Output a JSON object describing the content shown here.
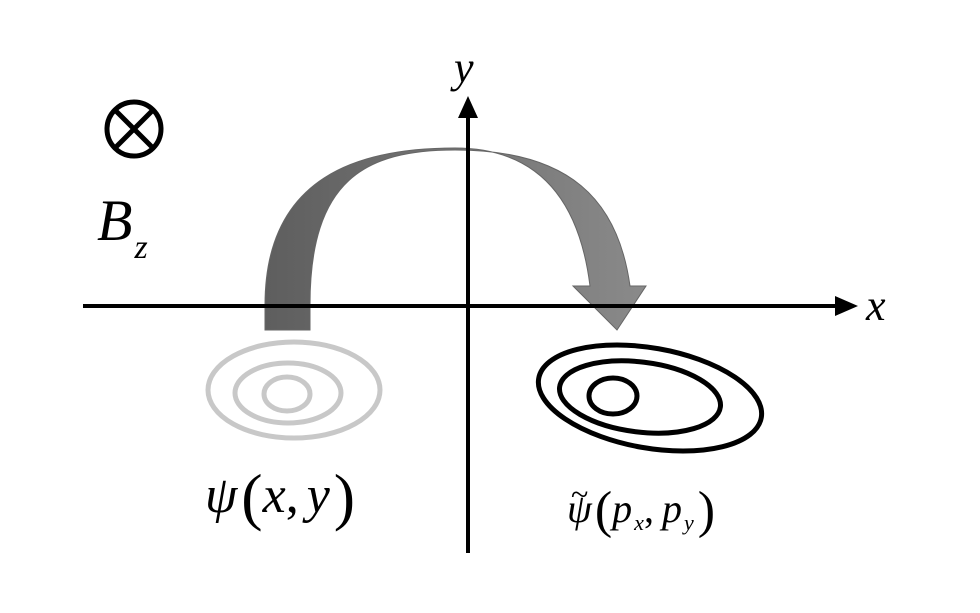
{
  "axes": {
    "x_label": "x",
    "y_label": "y"
  },
  "field": {
    "symbol": "⊗",
    "base": "B",
    "subscript": "z"
  },
  "left_function": {
    "symbol": "ψ",
    "open": "(",
    "arg1": "x",
    "comma": ",",
    "arg2": "y",
    "close": ")",
    "contour_color": "#c8c8c8"
  },
  "right_function": {
    "tilde": "~",
    "symbol": "ψ",
    "open": "(",
    "p1": "p",
    "p1_sub": "x",
    "comma": ",",
    "p2": "p",
    "p2_sub": "y",
    "close": ")",
    "contour_color": "#000000"
  },
  "arrow": {
    "color": "#6e6e6e"
  }
}
